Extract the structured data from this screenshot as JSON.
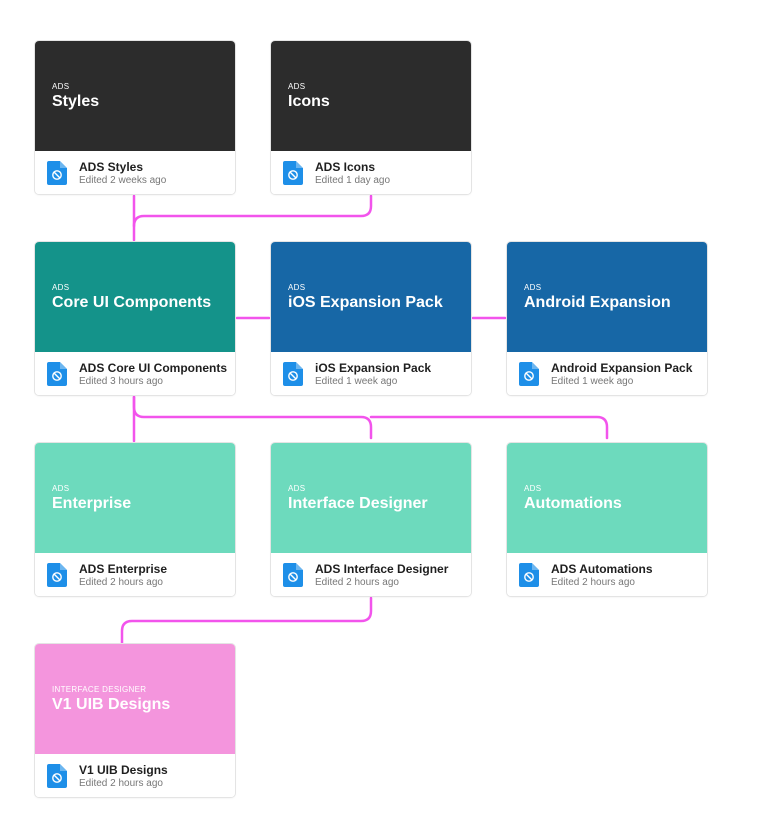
{
  "connector_color": "#f254ec",
  "cards": [
    {
      "id": "styles",
      "overline": "ADS",
      "title": "Styles",
      "name": "ADS Styles",
      "edited": "Edited 2 weeks ago",
      "thumb_color": "#2c2c2c",
      "text_color": "#ffffff"
    },
    {
      "id": "icons",
      "overline": "ADS",
      "title": "Icons",
      "name": "ADS Icons",
      "edited": "Edited 1 day ago",
      "thumb_color": "#2c2c2c",
      "text_color": "#ffffff"
    },
    {
      "id": "core",
      "overline": "ADS",
      "title": "Core UI Components",
      "name": "ADS Core UI Components",
      "edited": "Edited 3 hours ago",
      "thumb_color": "#14938a",
      "text_color": "#ffffff"
    },
    {
      "id": "ios",
      "overline": "ADS",
      "title": "iOS Expansion Pack",
      "name": "iOS Expansion Pack",
      "edited": "Edited 1 week ago",
      "thumb_color": "#1767a6",
      "text_color": "#ffffff"
    },
    {
      "id": "android",
      "overline": "ADS",
      "title": "Android Expansion",
      "name": "Android Expansion Pack",
      "edited": "Edited 1 week ago",
      "thumb_color": "#1767a6",
      "text_color": "#ffffff"
    },
    {
      "id": "enterprise",
      "overline": "ADS",
      "title": "Enterprise",
      "name": "ADS Enterprise",
      "edited": "Edited 2 hours ago",
      "thumb_color": "#6ddabd",
      "text_color": "#ffffff"
    },
    {
      "id": "interface",
      "overline": "ADS",
      "title": "Interface Designer",
      "name": "ADS Interface Designer",
      "edited": "Edited 2 hours ago",
      "thumb_color": "#6ddabd",
      "text_color": "#ffffff"
    },
    {
      "id": "automations",
      "overline": "ADS",
      "title": "Automations",
      "name": "ADS Automations",
      "edited": "Edited 2 hours ago",
      "thumb_color": "#6ddabd",
      "text_color": "#ffffff"
    },
    {
      "id": "v1uib",
      "overline": "INTERFACE DESIGNER",
      "title": "V1 UIB Designs",
      "name": "V1 UIB Designs",
      "edited": "Edited 2 hours ago",
      "thumb_color": "#f495dd",
      "text_color": "#ffffff"
    }
  ],
  "file_icon_color": "#1e8fe8"
}
